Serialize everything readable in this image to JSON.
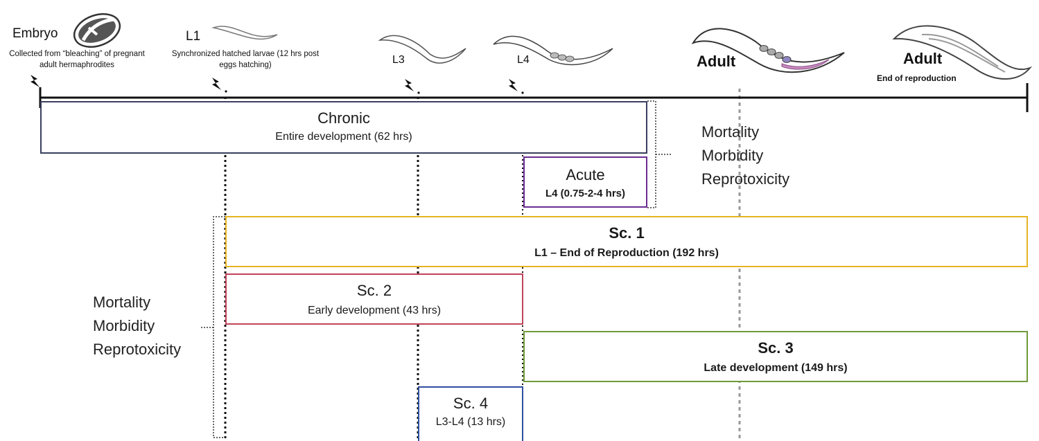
{
  "timeline": {
    "embryo": {
      "label": "Embryo",
      "note": "Collected from “bleaching” of pregnant adult hermaphrodites"
    },
    "l1": {
      "label": "L1",
      "note": "Synchronized hatched larvae (12 hrs post eggs hatching)"
    },
    "l3": {
      "label": "L3"
    },
    "l4": {
      "label": "L4"
    },
    "adult": {
      "label": "Adult"
    },
    "adult_end": {
      "label": "Adult",
      "note": "End of reproduction"
    }
  },
  "boxes": {
    "chronic": {
      "title": "Chronic",
      "subtitle": "Entire development (62 hrs)",
      "color": "#3a3f5c"
    },
    "acute": {
      "title": "Acute",
      "subtitle": "L4 (0.75-2-4 hrs)",
      "color": "#6a2c91"
    },
    "sc1": {
      "title": "Sc. 1",
      "subtitle": "L1 – End of Reproduction (192 hrs)",
      "color": "#e6b422"
    },
    "sc2": {
      "title": "Sc. 2",
      "subtitle": "Early development (43 hrs)",
      "color": "#c0445a"
    },
    "sc3": {
      "title": "Sc. 3",
      "subtitle": "Late development (149 hrs)",
      "color": "#6f9a3a"
    },
    "sc4": {
      "title": "Sc. 4",
      "subtitle": "L3-L4 (13 hrs)",
      "color": "#2f4fa0"
    }
  },
  "endpoints": {
    "right": [
      "Mortality",
      "Morbidity",
      "Reprotoxicity"
    ],
    "left": [
      "Mortality",
      "Morbidity",
      "Reprotoxicity"
    ]
  },
  "icons": [
    "embryo-icon",
    "worm-l1-icon",
    "worm-l3-icon",
    "worm-l4-icon",
    "worm-adult-icon",
    "worm-adult-end-icon",
    "lightning-marker-icon"
  ]
}
